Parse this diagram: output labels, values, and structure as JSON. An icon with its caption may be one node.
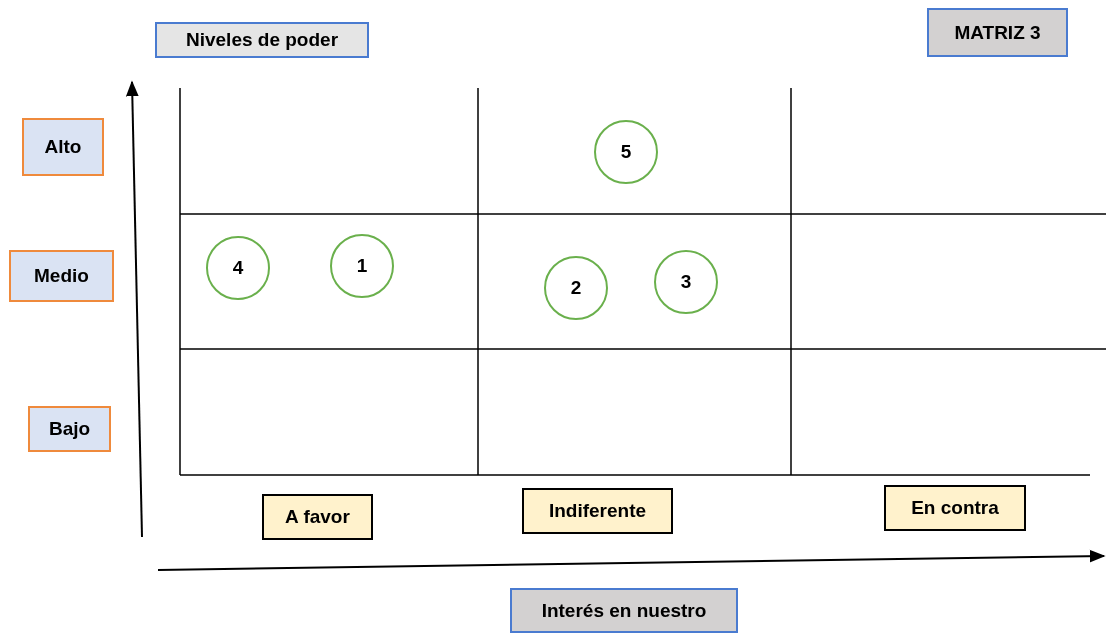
{
  "diagram": {
    "nodes": [
      {
        "text": [
          "Niveles de poder"
        ]
      },
      {
        "text": [
          "MATRIZ 3"
        ]
      },
      {
        "text": [
          "Alto"
        ]
      },
      {
        "text": [
          "5"
        ]
      },
      {
        "text": [
          "Medio"
        ]
      },
      {
        "text": [
          "4"
        ]
      },
      {
        "text": [
          "1"
        ]
      },
      {
        "text": [
          "3"
        ]
      },
      {
        "text": [
          "2"
        ]
      },
      {
        "text": [
          "Bajo"
        ]
      },
      {
        "text": [
          "En contra"
        ]
      },
      {
        "text": [
          "Indiferente"
        ]
      },
      {
        "text": [
          "A favor"
        ]
      },
      {
        "text": [
          "Interés en nuestro"
        ]
      }
    ]
  }
}
